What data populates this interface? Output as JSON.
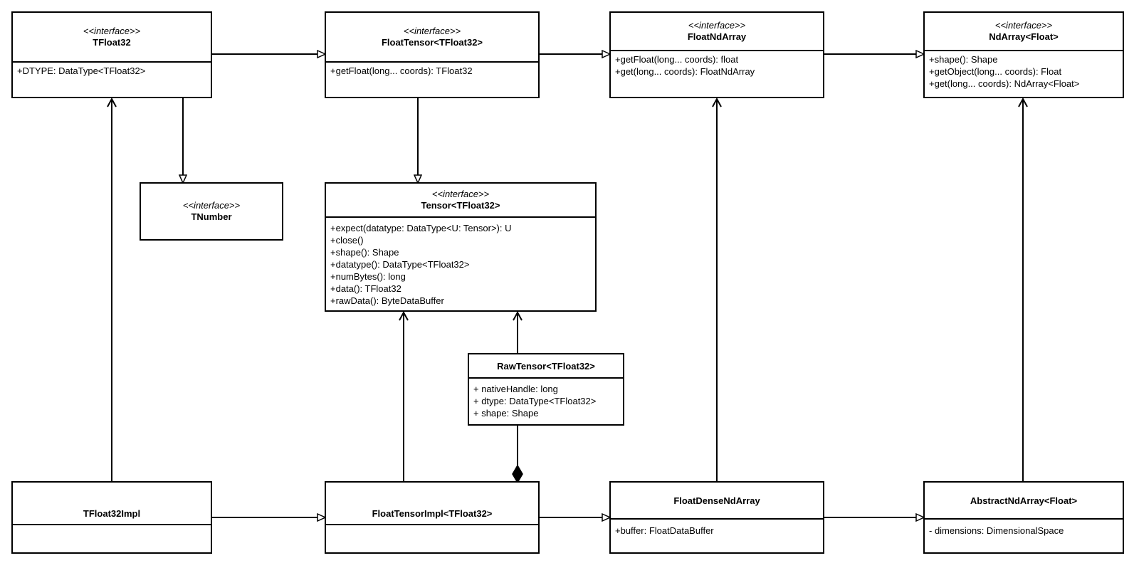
{
  "classes": {
    "tfloat32": {
      "stereotype": "<<interface>>",
      "name": "TFloat32",
      "members": [
        "+DTYPE: DataType<TFloat32>"
      ]
    },
    "floattensor": {
      "stereotype": "<<interface>>",
      "name": "FloatTensor<TFloat32>",
      "members": [
        "+getFloat(long... coords): TFloat32"
      ]
    },
    "floatndarray": {
      "stereotype": "<<interface>>",
      "name": "FloatNdArray",
      "members": [
        "+getFloat(long... coords): float",
        "+get(long... coords): FloatNdArray"
      ]
    },
    "ndarray": {
      "stereotype": "<<interface>>",
      "name": "NdArray<Float>",
      "members": [
        "+shape(): Shape",
        "+getObject(long... coords): Float",
        "+get(long... coords): NdArray<Float>"
      ]
    },
    "tnumber": {
      "stereotype": "<<interface>>",
      "name": "TNumber"
    },
    "tensor": {
      "stereotype": "<<interface>>",
      "name": "Tensor<TFloat32>",
      "members": [
        "+expect(datatype: DataType<U: Tensor>): U",
        "+close()",
        "+shape(): Shape",
        "+datatype(): DataType<TFloat32>",
        "+numBytes(): long",
        "+data(): TFloat32",
        "+rawData(): ByteDataBuffer"
      ]
    },
    "rawtensor": {
      "name": "RawTensor<TFloat32>",
      "members": [
        "+ nativeHandle: long",
        "+ dtype: DataType<TFloat32>",
        "+ shape: Shape"
      ]
    },
    "tfloat32impl": {
      "name": "TFloat32Impl",
      "members": []
    },
    "floattensorimpl": {
      "name": "FloatTensorImpl<TFloat32>",
      "members": []
    },
    "floatdensendarray": {
      "name": "FloatDenseNdArray",
      "members": [
        "+buffer: FloatDataBuffer"
      ]
    },
    "abstractndarray": {
      "name": "AbstractNdArray<Float>",
      "members": [
        "- dimensions: DimensionalSpace"
      ]
    }
  }
}
